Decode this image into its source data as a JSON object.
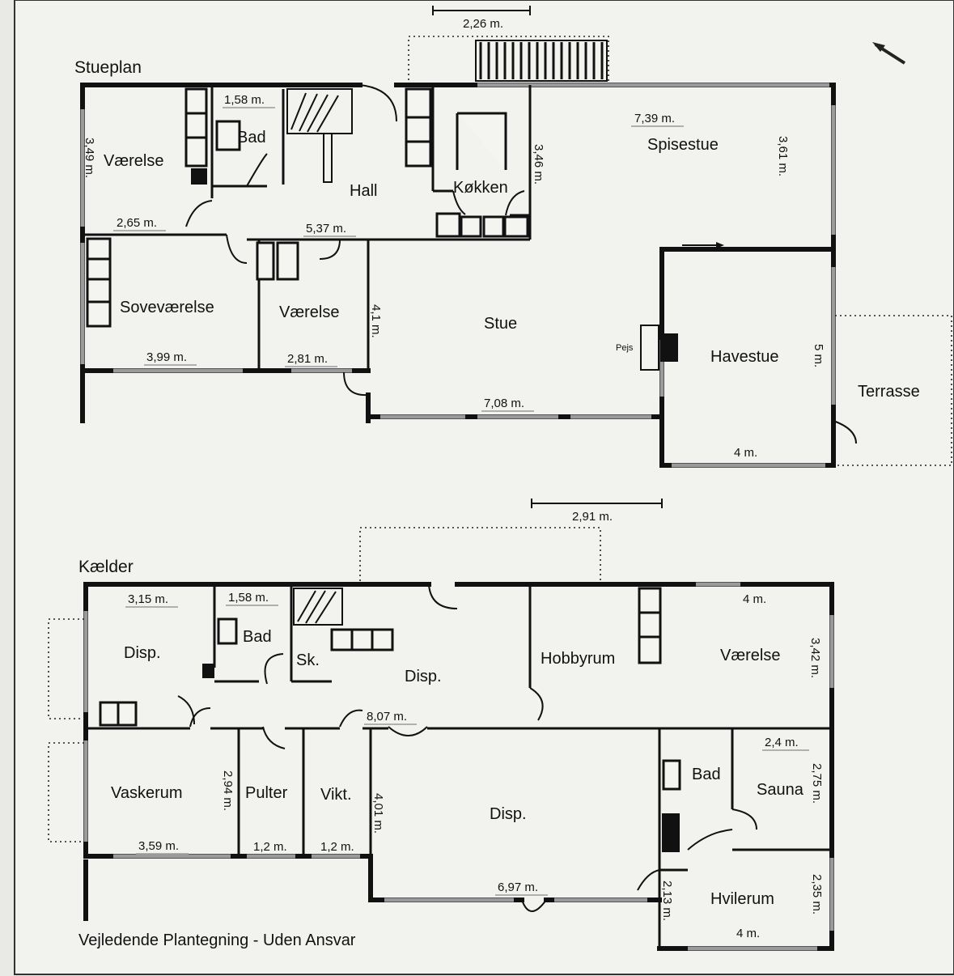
{
  "plan_titles": {
    "ground_floor": "Stueplan",
    "basement": "Kælder"
  },
  "footer": "Vejledende Plantegning - Uden Ansvar",
  "ground_floor": {
    "scale_bar": "2,26 m.",
    "rooms": {
      "vaerelse_1": "Værelse",
      "bad": "Bad",
      "hall": "Hall",
      "koekken": "Køkken",
      "spisestue": "Spisestue",
      "sovevaerelse": "Soveværelse",
      "vaerelse_2": "Værelse",
      "stue": "Stue",
      "pejs": "Pejs",
      "havestue": "Havestue",
      "terrasse": "Terrasse"
    },
    "dimensions": {
      "bad_width": "1,58 m.",
      "vaerelse_depth": "3,49 m.",
      "vaerelse_width": "2,65 m.",
      "hall_width": "5,37 m.",
      "koekken_depth": "3,46 m.",
      "spisestue_width": "7,39 m.",
      "spisestue_depth": "3,61 m.",
      "stue_depth": "4,1 m.",
      "sovevaerelse_width": "3,99 m.",
      "vaerelse2_width": "2,81 m.",
      "stue_width": "7,08 m.",
      "havestue_depth": "5 m.",
      "havestue_width": "4 m."
    }
  },
  "basement": {
    "scale_bar": "2,91 m.",
    "rooms": {
      "disp_1": "Disp.",
      "bad": "Bad",
      "sk": "Sk.",
      "disp_2": "Disp.",
      "hobbyrum": "Hobbyrum",
      "vaerelse": "Værelse",
      "vaskerum": "Vaskerum",
      "pulter": "Pulter",
      "vikt": "Vikt.",
      "disp_3": "Disp.",
      "bad_2": "Bad",
      "sauna": "Sauna",
      "hvilerum": "Hvilerum"
    },
    "dimensions": {
      "disp1_width": "3,15 m.",
      "bad_width": "1,58 m.",
      "vaerelse_width": "4 m.",
      "vaerelse_depth": "3,42 m.",
      "hall_width": "8,07 m.",
      "sauna_width": "2,4 m.",
      "sauna_depth": "2,75 m.",
      "vaskerum_depth": "2,94 m.",
      "disp3_depth": "4,01 m.",
      "vaskerum_width": "3,59 m.",
      "pulter_width": "1,2 m.",
      "vikt_width": "1,2 m.",
      "disp3_width": "6,97 m.",
      "hvilerum_depth_left": "2,13 m.",
      "hvilerum_depth_right": "2,35 m.",
      "hvilerum_width": "4 m."
    }
  }
}
